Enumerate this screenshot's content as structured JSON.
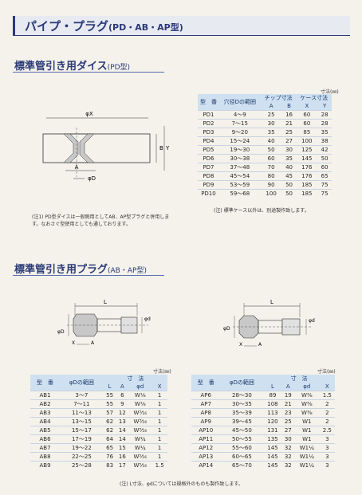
{
  "page_title": "パイプ・プラグ",
  "page_title_sub": "(PD・AB・AP型)",
  "section1": {
    "title": "標準管引き用ダイス",
    "sub": "(PD型)"
  },
  "section2": {
    "title": "標準管引き用プラグ",
    "sub": "(AB・AP型)"
  },
  "unit_label": "寸法(㎜)",
  "pd_table": {
    "headers": [
      "型　番",
      "穴径Dの範囲",
      "チップ寸法",
      "ケース寸法"
    ],
    "subheaders": [
      "A",
      "B",
      "X",
      "Y"
    ],
    "rows": [
      [
        "PD1",
        "4～9",
        "25",
        "16",
        "60",
        "28"
      ],
      [
        "PD2",
        "7～15",
        "30",
        "21",
        "60",
        "28"
      ],
      [
        "PD3",
        "9～20",
        "35",
        "25",
        "85",
        "35"
      ],
      [
        "PD4",
        "15～24",
        "40",
        "27",
        "100",
        "38"
      ],
      [
        "PD5",
        "19～30",
        "50",
        "30",
        "125",
        "42"
      ],
      [
        "PD6",
        "30～38",
        "60",
        "35",
        "145",
        "50"
      ],
      [
        "PD7",
        "37～48",
        "70",
        "40",
        "176",
        "60"
      ],
      [
        "PD8",
        "45～54",
        "80",
        "45",
        "176",
        "65"
      ],
      [
        "PD9",
        "53～59",
        "90",
        "50",
        "185",
        "75"
      ],
      [
        "PD10",
        "59～68",
        "100",
        "50",
        "185",
        "75"
      ]
    ]
  },
  "pd_table_note": "(注) 標準ケース以外は、別途製作致します。",
  "pd_note": "(注1) PD型ダイスは一般側用としてAB、AP型プラグと併用します。なおさぐ型使用としても通しております。",
  "ab_table": {
    "headers": [
      "型　番",
      "φDの範囲",
      "寸　法"
    ],
    "subheaders": [
      "L",
      "A",
      "φd",
      "X"
    ],
    "rows": [
      [
        "AB1",
        "3～7",
        "55",
        "6",
        "W⅛",
        "1"
      ],
      [
        "AB2",
        "7～11",
        "55",
        "9",
        "W⅛",
        "1"
      ],
      [
        "AB3",
        "11～13",
        "57",
        "12",
        "W³⁄₁₆",
        "1"
      ],
      [
        "AB4",
        "13～15",
        "62",
        "13",
        "W³⁄₁₆",
        "1"
      ],
      [
        "AB5",
        "15～17",
        "62",
        "14",
        "W³⁄₁₆",
        "1"
      ],
      [
        "AB6",
        "17～19",
        "64",
        "14",
        "W¼",
        "1"
      ],
      [
        "AB7",
        "19～22",
        "65",
        "15",
        "W¼",
        "1"
      ],
      [
        "AB8",
        "22～25",
        "76",
        "16",
        "W⁵⁄₁₆",
        "1"
      ],
      [
        "AB9",
        "25～28",
        "83",
        "17",
        "W⁵⁄₁₆",
        "1.5"
      ]
    ]
  },
  "ap_table": {
    "headers": [
      "型　番",
      "φDの範囲",
      "寸　法"
    ],
    "subheaders": [
      "L",
      "A",
      "φd",
      "X"
    ],
    "rows": [
      [
        "AP6",
        "28～30",
        "89",
        "19",
        "W⅜",
        "1.5"
      ],
      [
        "AP7",
        "30～35",
        "108",
        "21",
        "W⅜",
        "2"
      ],
      [
        "AP8",
        "35～39",
        "113",
        "23",
        "W⅜",
        "2"
      ],
      [
        "AP9",
        "39～45",
        "120",
        "25",
        "W1",
        "2"
      ],
      [
        "AP10",
        "45～50",
        "131",
        "27",
        "W1",
        "2.5"
      ],
      [
        "AP11",
        "50～55",
        "135",
        "30",
        "W1",
        "3"
      ],
      [
        "AP12",
        "55～60",
        "145",
        "32",
        "W1¼",
        "3"
      ],
      [
        "AP13",
        "60～65",
        "145",
        "32",
        "W1¼",
        "3"
      ],
      [
        "AP14",
        "65～70",
        "145",
        "32",
        "W1¼",
        "3"
      ]
    ]
  },
  "bottom_note": "(注) L寸法、φdについては規格外のものも製作致します。",
  "dim_labels": {
    "x": "φX",
    "y": "Y",
    "b": "B",
    "a": "A",
    "d": "φD",
    "l": "L",
    "dd": "φd",
    "xx": "X"
  },
  "colors": {
    "accent": "#2b3a78",
    "header_bg": "#cfe1f1"
  }
}
